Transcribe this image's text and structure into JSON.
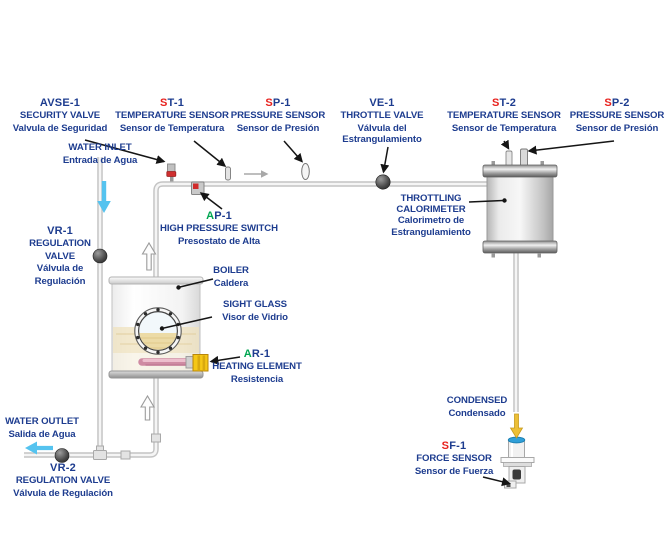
{
  "colors": {
    "label_blue": "#1d3c8f",
    "sensor_code_red": "#e8211d",
    "actuator_code_green": "#00a651",
    "water_arrow_cyan": "#55c3ef",
    "condensate_arrow_yellow": "#ecbf35",
    "heating_element_pink": "#cf8ba3",
    "heating_terminal_yellow": "#f5c716",
    "boiler_liquid_beige": "#efe2bd"
  },
  "labels": {
    "avse1": {
      "code": "AVSE-1",
      "en": "SECURITY VALVE",
      "es": "Valvula de Seguridad"
    },
    "st1": {
      "code_first": "S",
      "code_rest": "T-1",
      "en": "TEMPERATURE SENSOR",
      "es": "Sensor de Temperatura"
    },
    "sp1": {
      "code_first": "S",
      "code_rest": "P-1",
      "en": "PRESSURE SENSOR",
      "es": "Sensor de Presión"
    },
    "ve1": {
      "code": "VE-1",
      "en": "THROTTLE VALVE",
      "es_line1": "Válvula del",
      "es_line2": "Estrangulamiento"
    },
    "st2": {
      "code_first": "S",
      "code_rest": "T-2",
      "en": "TEMPERATURE SENSOR",
      "es": "Sensor de Temperatura"
    },
    "sp2": {
      "code_first": "S",
      "code_rest": "P-2",
      "en": "PRESSURE SENSOR",
      "es": "Sensor de Presión"
    },
    "ap1": {
      "code_first": "A",
      "code_rest": "P-1",
      "en": "HIGH PRESSURE SWITCH",
      "es": "Presostato de Alta"
    },
    "water_inlet": {
      "en": "WATER INLET",
      "es": "Entrada de Agua"
    },
    "vr1": {
      "code": "VR-1",
      "en_line1": "REGULATION",
      "en_line2": "VALVE",
      "es_line1": "Válvula de",
      "es_line2": "Regulación"
    },
    "boiler": {
      "en": "BOILER",
      "es": "Caldera"
    },
    "sight_glass": {
      "en": "SIGHT GLASS",
      "es": "Visor de Vidrio"
    },
    "ar1": {
      "code_first": "A",
      "code_rest": "R-1",
      "en": "HEATING ELEMENT",
      "es": "Resistencia"
    },
    "throttling_calorimeter": {
      "en_line1": "THROTTLING",
      "en_line2": "CALORIMETER",
      "es_line1": "Calorimetro de",
      "es_line2": "Estrangulamiento"
    },
    "water_outlet": {
      "en": "WATER OUTLET",
      "es": "Salida de Agua"
    },
    "vr2": {
      "code": "VR-2",
      "en": "REGULATION VALVE",
      "es": "Válvula de Regulación"
    },
    "condensed": {
      "en": "CONDENSED",
      "es": "Condensado"
    },
    "sf1": {
      "code_first": "S",
      "code_rest": "F-1",
      "en": "FORCE SENSOR",
      "es": "Sensor de Fuerza"
    }
  },
  "arrow_icons": {
    "water_inlet_arrow": "cyan-down-arrow",
    "water_outlet_arrow": "cyan-left-arrow",
    "condensate_arrow": "yellow-down-arrow",
    "steam_flow_arrows": "gray-up-arrow",
    "line_flow_arrow": "gray-right-arrow"
  }
}
